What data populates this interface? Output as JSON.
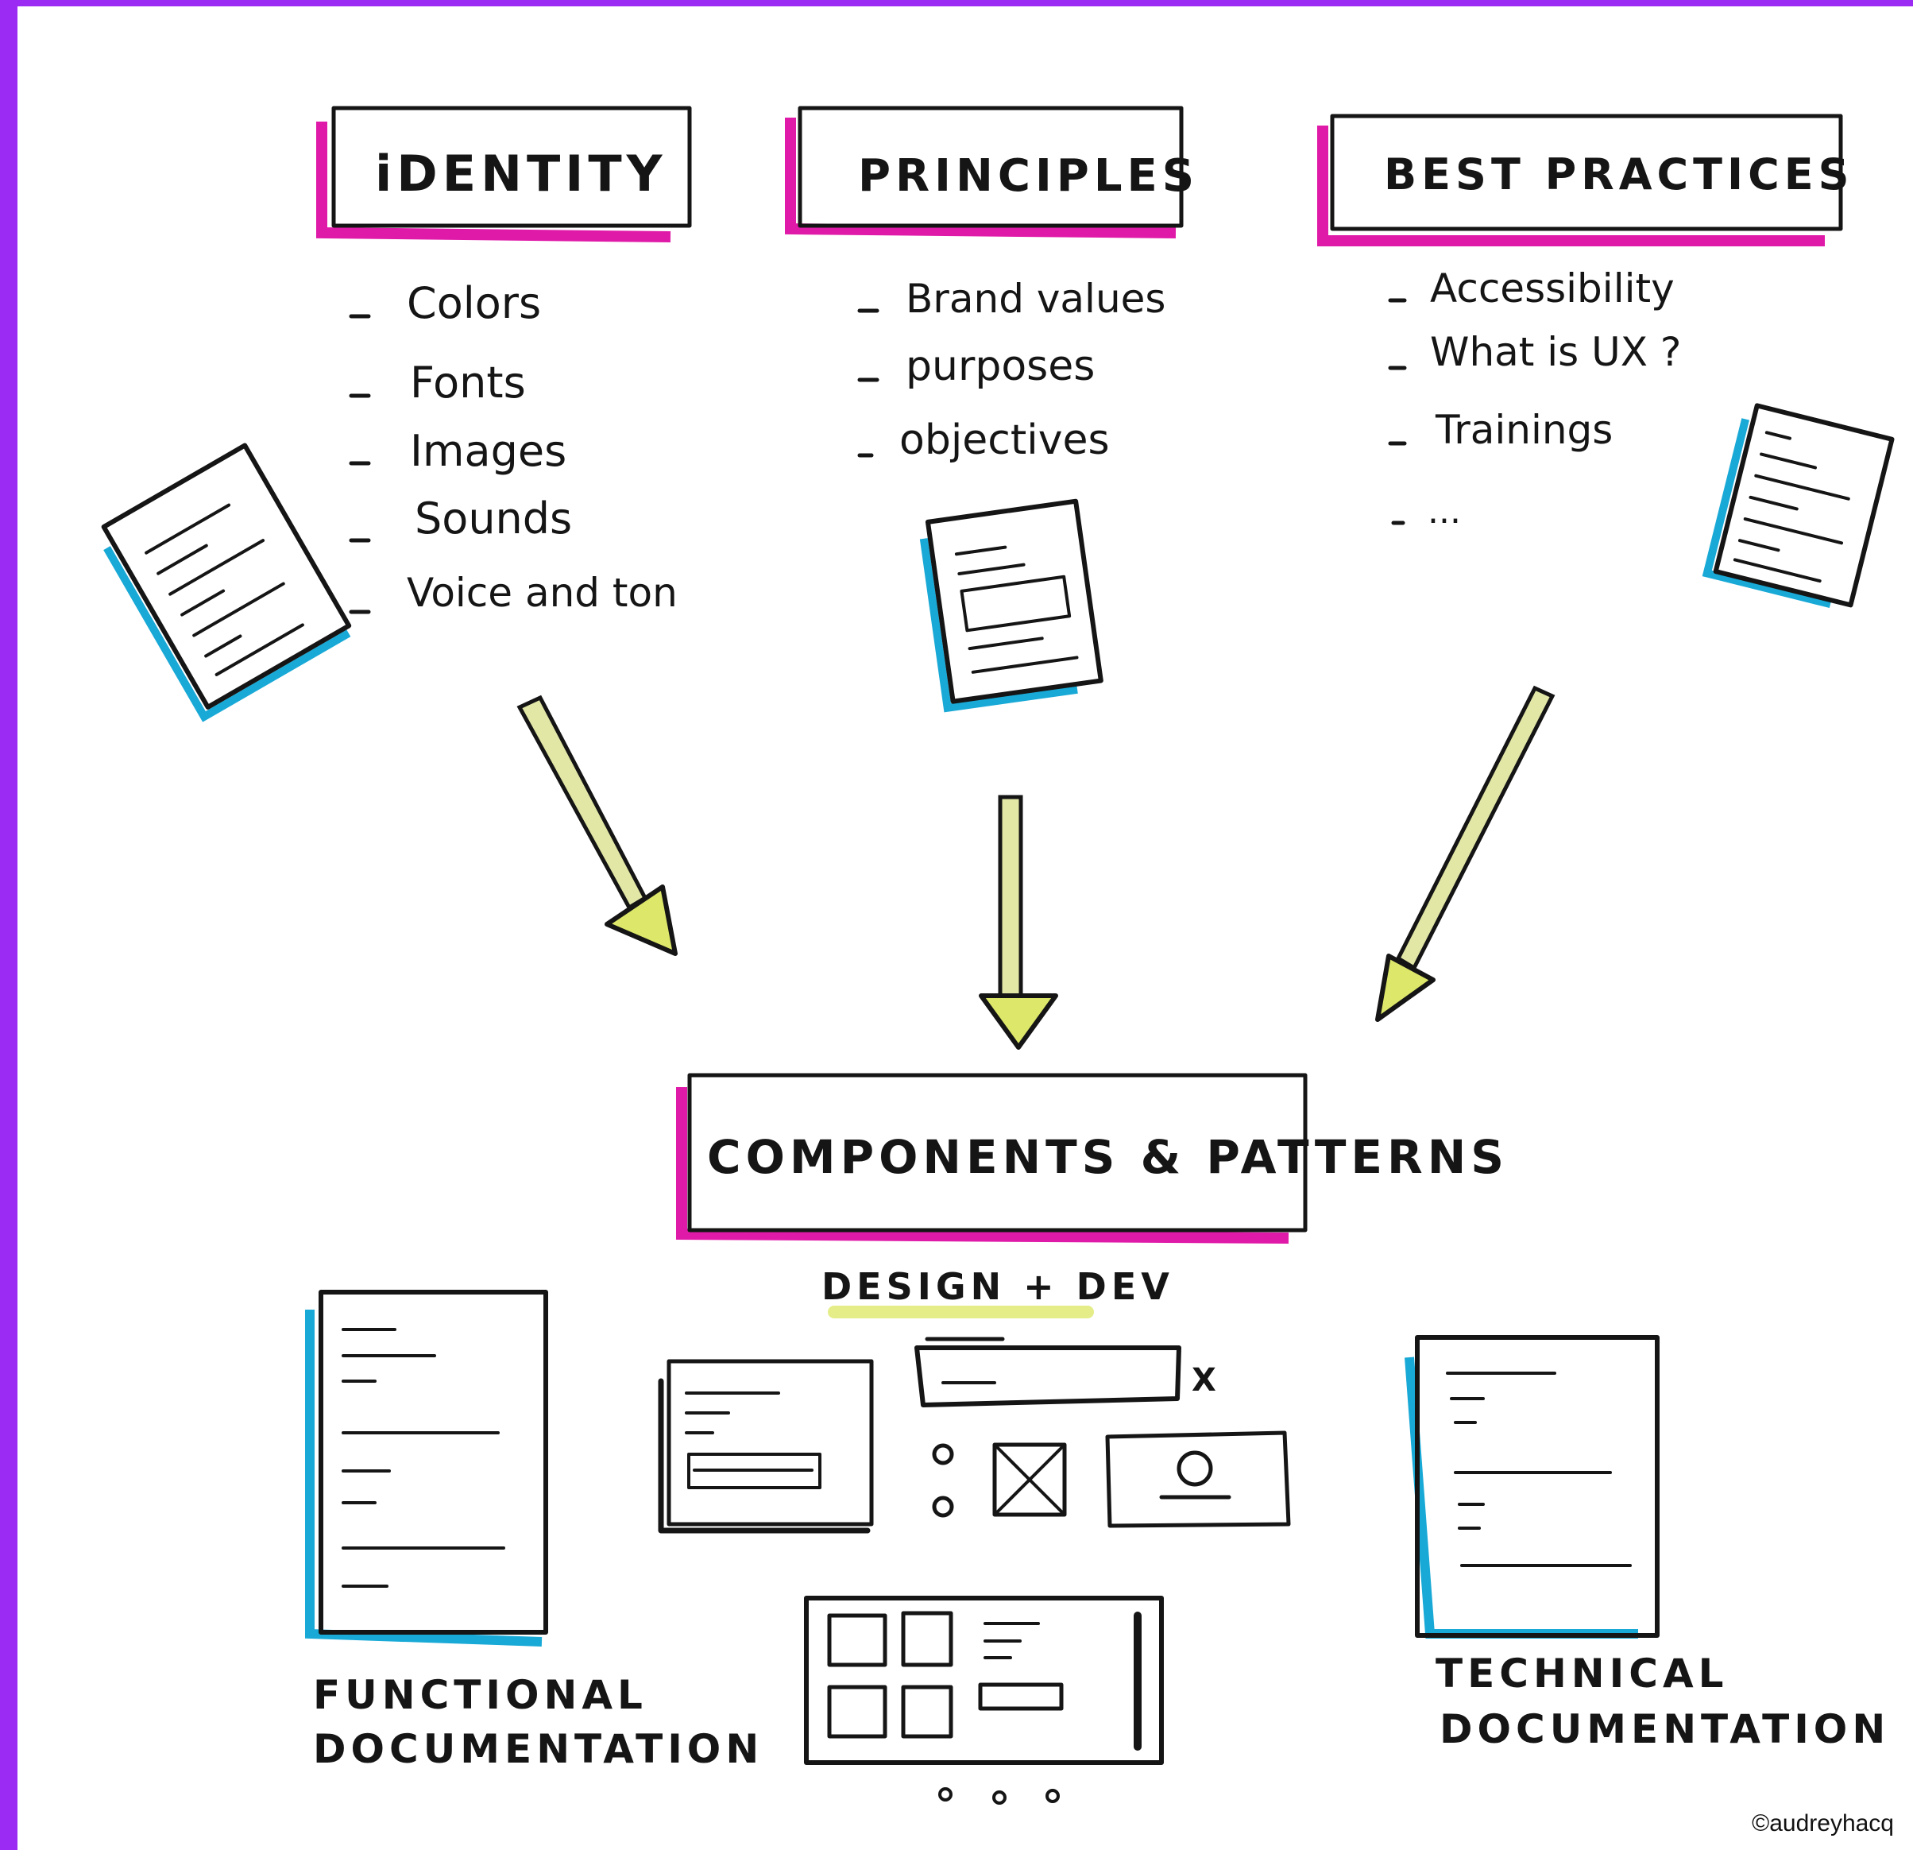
{
  "categories": [
    {
      "title": "iDENTITY",
      "items": [
        "Colors",
        "Fonts",
        "Images",
        "Sounds",
        "Voice and ton"
      ]
    },
    {
      "title": "PRINCIPLES",
      "items": [
        "Brand values",
        "purposes",
        "objectives"
      ]
    },
    {
      "title": "BEST PRACTICES",
      "items": [
        "Accessibility",
        "What is UX ?",
        "Trainings",
        "..."
      ]
    }
  ],
  "center": {
    "title": "COMPONENTS & PATTERNS",
    "subtitle": "DESIGN + DEV",
    "close_mark": "X"
  },
  "bottom": {
    "left_label_line1": "FUNCTIONAL",
    "left_label_line2": "DOCUMENTATION",
    "right_label_line1": "TECHNICAL",
    "right_label_line2": "DOCUMENTATION"
  },
  "credit": "©audreyhacq",
  "colors": {
    "frame": "#9b2bf2",
    "magenta": "#e01aa8",
    "cyan": "#19a9d6",
    "arrow_fill": "#e2e7a6",
    "highlight": "#dde86a"
  },
  "icons": [
    "document-icon",
    "arrow-down-icon",
    "checkbox-icon",
    "radio-icon",
    "image-placeholder-icon",
    "avatar-icon"
  ]
}
